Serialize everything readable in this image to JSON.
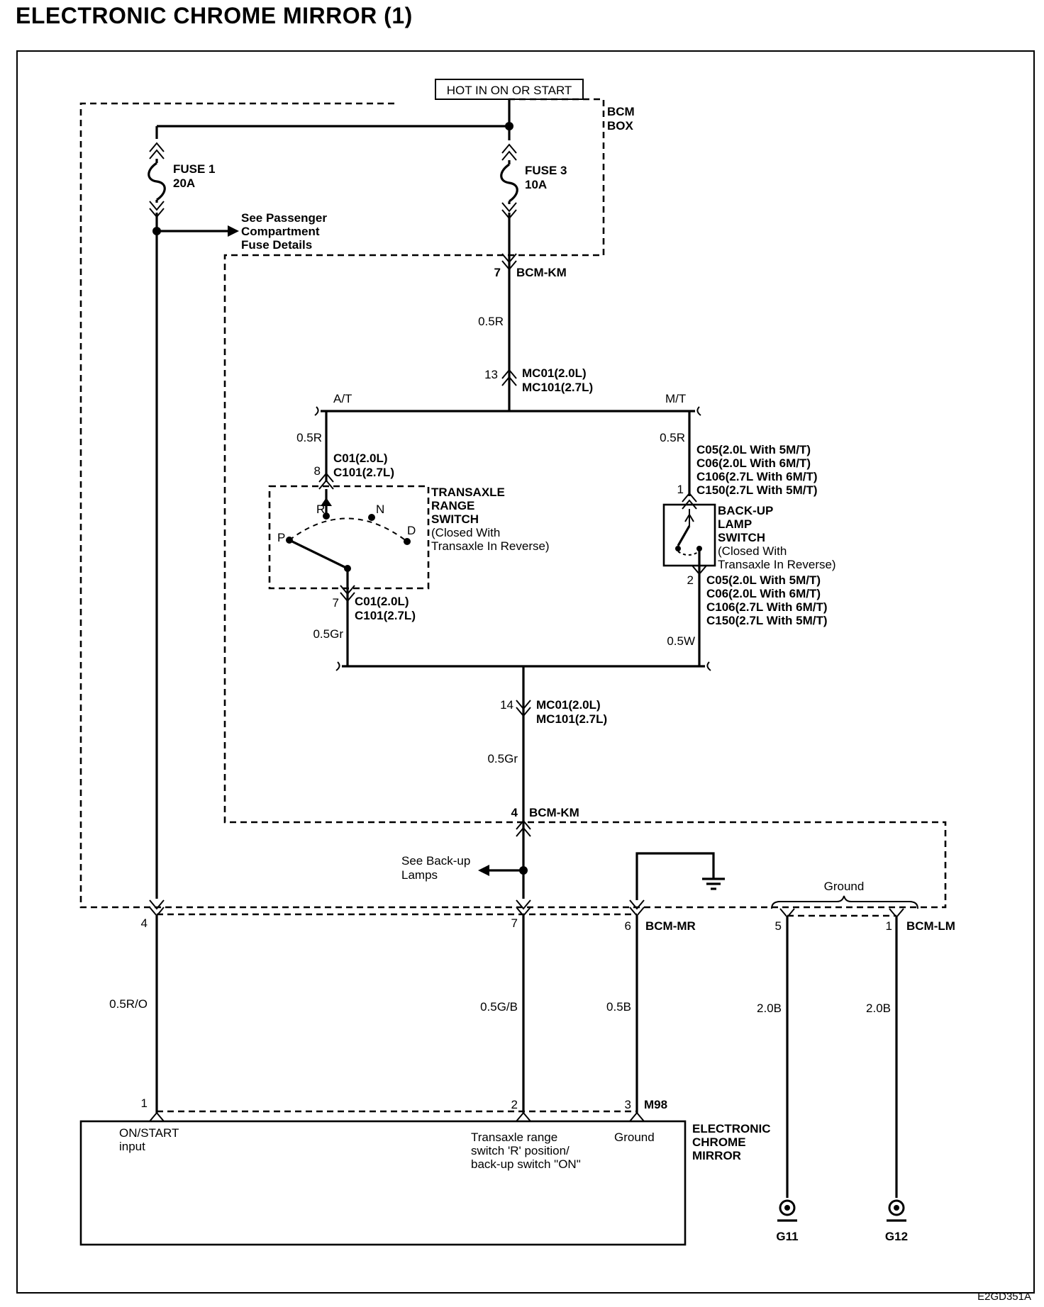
{
  "title": "ELECTRONIC CHROME MIRROR (1)",
  "diagram_code": "E2GD351A",
  "power_source": "HOT IN ON OR START",
  "bcm_box": {
    "line1": "BCM",
    "line2": "BOX"
  },
  "fuse1": {
    "name": "FUSE 1",
    "rating": "20A"
  },
  "fuse3": {
    "name": "FUSE 3",
    "rating": "10A"
  },
  "passenger_ref": {
    "line1": "See Passenger",
    "line2": "Compartment",
    "line3": "Fuse Details"
  },
  "bcm_km_top": {
    "pin": "7",
    "name": "BCM-KM"
  },
  "wire_05R_main": "0.5R",
  "mc_upper": {
    "pin": "13",
    "line1": "MC01(2.0L)",
    "line2": "MC101(2.7L)"
  },
  "branch_at": "A/T",
  "branch_mt": "M/T",
  "wire_05R_at": "0.5R",
  "wire_05R_mt": "0.5R",
  "c01_upper": {
    "pin": "8",
    "line1": "C01(2.0L)",
    "line2": "C101(2.7L)"
  },
  "transaxle_switch": {
    "line1": "TRANSAXLE",
    "line2": "RANGE",
    "line3": "SWITCH",
    "line4": "(Closed With",
    "line5": "Transaxle In Reverse)",
    "pos_p": "P",
    "pos_r": "R",
    "pos_n": "N",
    "pos_d": "D"
  },
  "c01_lower": {
    "pin": "7",
    "line1": "C01(2.0L)",
    "line2": "C101(2.7L)"
  },
  "wire_05Gr_at": "0.5Gr",
  "c05_upper": {
    "pin": "1",
    "line1": "C05(2.0L With 5M/T)",
    "line2": "C06(2.0L With 6M/T)",
    "line3": "C106(2.7L With 6M/T)",
    "line4": "C150(2.7L With 5M/T)"
  },
  "backup_switch": {
    "line1": "BACK-UP",
    "line2": "LAMP",
    "line3": "SWITCH",
    "line4": "(Closed With",
    "line5": "Transaxle In Reverse)"
  },
  "c05_lower": {
    "pin": "2",
    "line1": "C05(2.0L With 5M/T)",
    "line2": "C06(2.0L With 6M/T)",
    "line3": "C106(2.7L With 6M/T)",
    "line4": "C150(2.7L With 5M/T)"
  },
  "wire_05W": "0.5W",
  "mc_lower": {
    "pin": "14",
    "line1": "MC01(2.0L)",
    "line2": "MC101(2.7L)"
  },
  "wire_05Gr_main": "0.5Gr",
  "bcm_km_bottom": {
    "pin": "4",
    "name": "BCM-KM"
  },
  "backup_ref": {
    "line1": "See Back-up",
    "line2": "Lamps"
  },
  "ground_label": "Ground",
  "bcm_mr": {
    "pin_left": "4",
    "pin_mid": "7",
    "pin_right": "6",
    "name": "BCM-MR"
  },
  "bcm_lm": {
    "pin_left": "5",
    "pin_right": "1",
    "name": "BCM-LM"
  },
  "wire_05RO": "0.5R/O",
  "wire_05GB": "0.5G/B",
  "wire_05B": "0.5B",
  "wire_20B_1": "2.0B",
  "wire_20B_2": "2.0B",
  "m98": {
    "pin1": "1",
    "pin2": "2",
    "pin3": "3",
    "name": "M98"
  },
  "mirror": {
    "line1": "ELECTRONIC",
    "line2": "CHROME",
    "line3": "MIRROR",
    "in1_l1": "ON/START",
    "in1_l2": "input",
    "in2_l1": "Transaxle range",
    "in2_l2": "switch 'R' position/",
    "in2_l3": "back-up switch \"ON\"",
    "in3": "Ground"
  },
  "g11": "G11",
  "g12": "G12"
}
